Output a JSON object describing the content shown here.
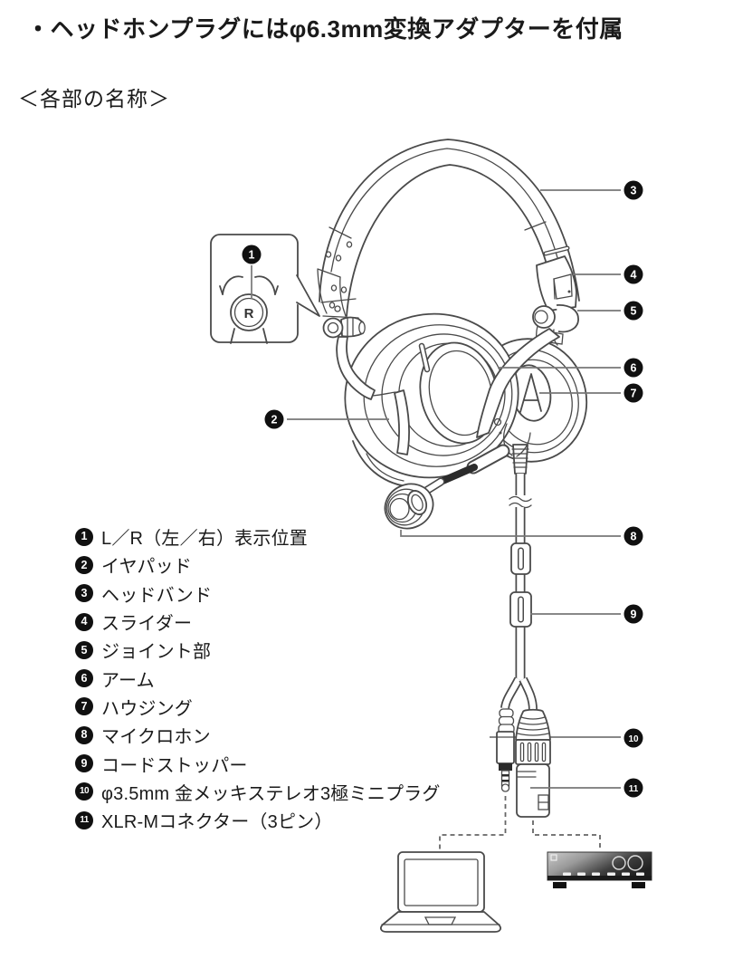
{
  "page": {
    "bullet_note": "・ヘッドホンプラグにはφ6.3mm変換アダプターを付属",
    "section_heading": "＜各部の名称＞"
  },
  "diagram": {
    "inset": {
      "marking": "R"
    },
    "callouts": [
      "1",
      "2",
      "3",
      "4",
      "5",
      "6",
      "7",
      "8",
      "9",
      "10",
      "11"
    ]
  },
  "legend": {
    "items": [
      {
        "num": "1",
        "label": "L／R（左／右）表示位置"
      },
      {
        "num": "2",
        "label": "イヤパッド"
      },
      {
        "num": "3",
        "label": "ヘッドバンド"
      },
      {
        "num": "4",
        "label": "スライダー"
      },
      {
        "num": "5",
        "label": "ジョイント部"
      },
      {
        "num": "6",
        "label": "アーム"
      },
      {
        "num": "7",
        "label": "ハウジング"
      },
      {
        "num": "8",
        "label": "マイクロホン"
      },
      {
        "num": "9",
        "label": "コードストッパー"
      },
      {
        "num": "10",
        "label": "φ3.5mm 金メッキステレオ3極ミニプラグ"
      },
      {
        "num": "11",
        "label": "XLR-Mコネクター（3ピン）"
      }
    ]
  },
  "colors": {
    "line_art": "#4a4a4a",
    "callout_badge": "#101010"
  }
}
